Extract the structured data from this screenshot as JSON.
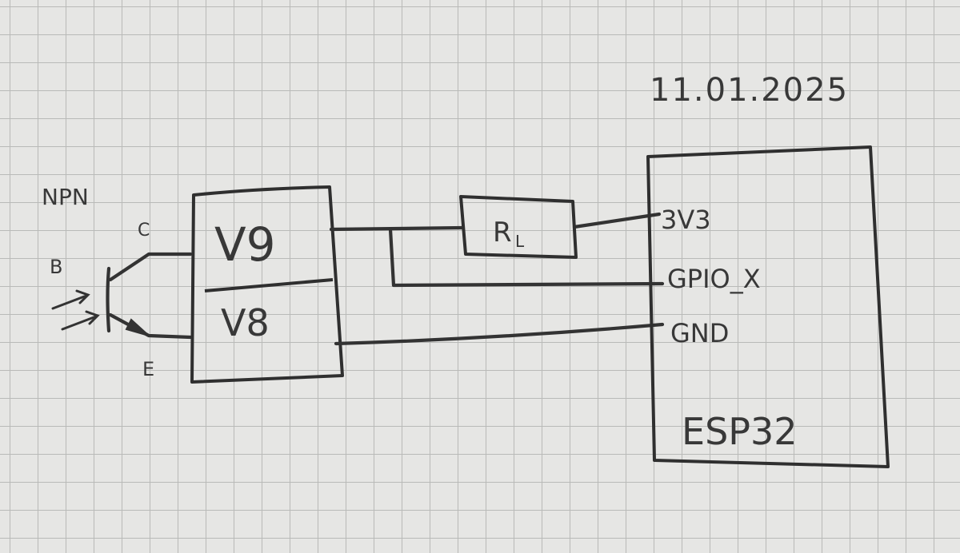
{
  "date": "11.01.2025",
  "transistor": {
    "type_label": "NPN",
    "collector_label": "C",
    "base_label": "B",
    "emitter_label": "E"
  },
  "connector": {
    "top_pin": "V9",
    "bottom_pin": "V8"
  },
  "resistor": {
    "label": "R",
    "subscript": "L"
  },
  "esp32": {
    "name": "ESP32",
    "pins": [
      "3V3",
      "GPIO_X",
      "GND"
    ]
  }
}
